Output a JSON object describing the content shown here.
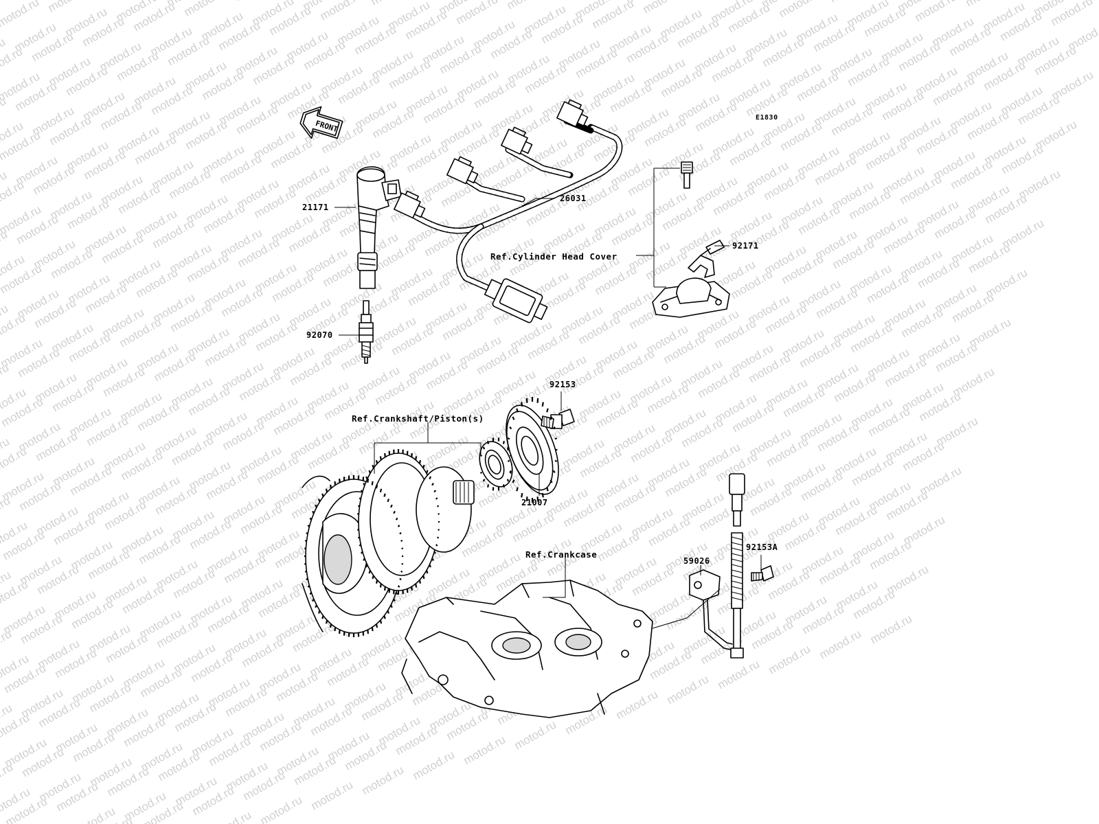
{
  "diagram": {
    "code": "E1830",
    "watermark": "motod.ru",
    "front_arrow": "FRONT"
  },
  "parts": [
    {
      "id": "21171",
      "label": "21171",
      "icon": "ignition-coil-icon"
    },
    {
      "id": "26031",
      "label": "26031",
      "icon": "wiring-harness-icon"
    },
    {
      "id": "92171",
      "label": "92171",
      "icon": "clamp-icon"
    },
    {
      "id": "92070",
      "label": "92070",
      "icon": "spark-plug-icon"
    },
    {
      "id": "92153",
      "label": "92153",
      "icon": "bolt-icon"
    },
    {
      "id": "21007",
      "label": "21007",
      "icon": "timing-rotor-icon"
    },
    {
      "id": "92153A",
      "label": "92153A",
      "icon": "bolt-icon"
    },
    {
      "id": "59026",
      "label": "59026",
      "icon": "sensor-icon"
    }
  ],
  "references": {
    "cylinder_head_cover": "Ref.Cylinder Head Cover",
    "crankshaft_piston": "Ref.Crankshaft/Piston(s)",
    "crankcase": "Ref.Crankcase"
  }
}
